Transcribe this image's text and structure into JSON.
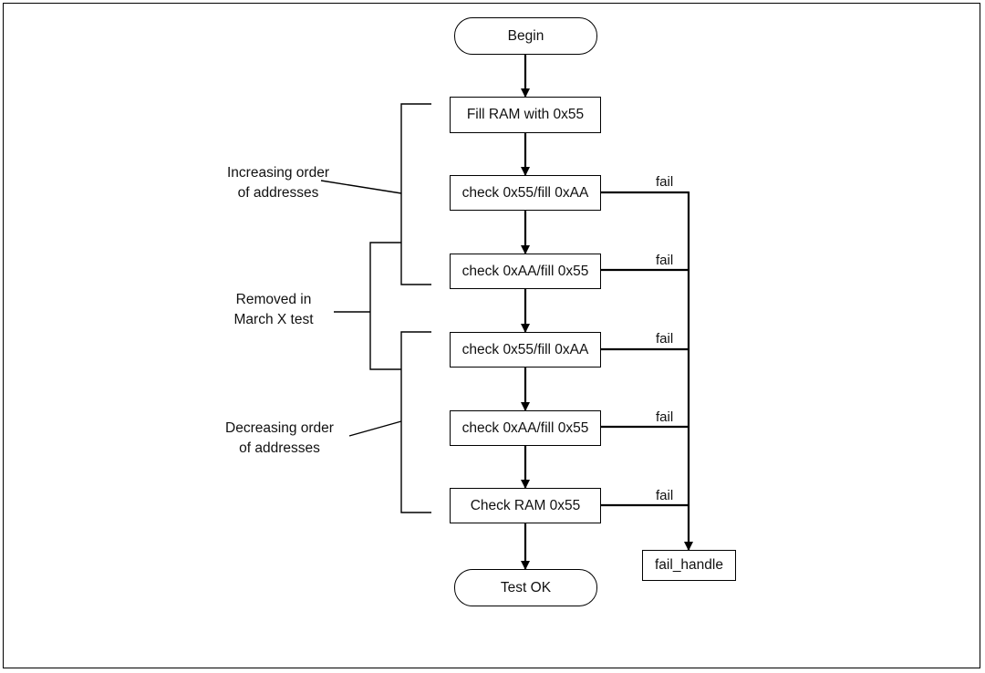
{
  "nodes": {
    "begin": "Begin",
    "fill_ram": "Fill RAM with 0x55",
    "step1": "check 0x55/fill 0xAA",
    "step2": "check 0xAA/fill 0x55",
    "step3": "check 0x55/fill 0xAA",
    "step4": "check 0xAA/fill 0x55",
    "check_ram": "Check RAM 0x55",
    "test_ok": "Test OK",
    "fail_handle": "fail_handle"
  },
  "edge_labels": [
    "fail",
    "fail",
    "fail",
    "fail",
    "fail"
  ],
  "notes": {
    "increasing": [
      "Increasing order",
      "of addresses"
    ],
    "removed": [
      "Removed in",
      "March X test"
    ],
    "decreasing": [
      "Decreasing order",
      "of addresses"
    ]
  }
}
